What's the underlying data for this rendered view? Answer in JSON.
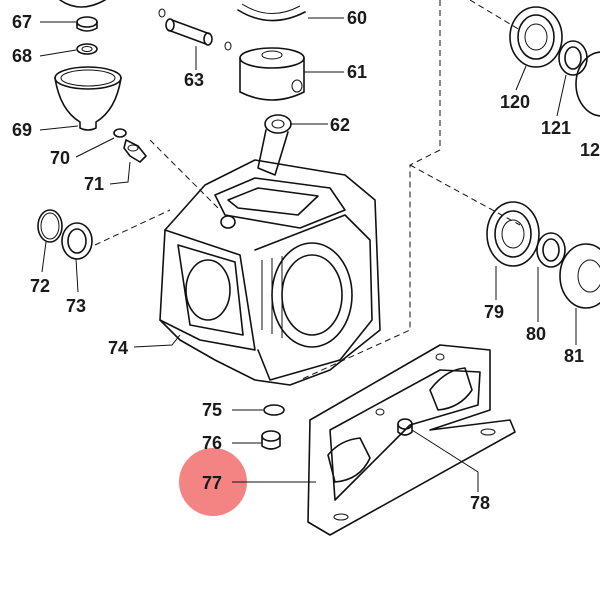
{
  "diagram": {
    "highlight": {
      "label": "77",
      "color": "#f26d6d"
    },
    "labels": [
      {
        "id": "67",
        "text": "67"
      },
      {
        "id": "68",
        "text": "68"
      },
      {
        "id": "69",
        "text": "69"
      },
      {
        "id": "70",
        "text": "70"
      },
      {
        "id": "71",
        "text": "71"
      },
      {
        "id": "72",
        "text": "72"
      },
      {
        "id": "73",
        "text": "73"
      },
      {
        "id": "74",
        "text": "74"
      },
      {
        "id": "75",
        "text": "75"
      },
      {
        "id": "76",
        "text": "76"
      },
      {
        "id": "77",
        "text": "77"
      },
      {
        "id": "78",
        "text": "78"
      },
      {
        "id": "60",
        "text": "60"
      },
      {
        "id": "61",
        "text": "61"
      },
      {
        "id": "62",
        "text": "62"
      },
      {
        "id": "63",
        "text": "63"
      },
      {
        "id": "79",
        "text": "79"
      },
      {
        "id": "80",
        "text": "80"
      },
      {
        "id": "81",
        "text": "81"
      },
      {
        "id": "120",
        "text": "120"
      },
      {
        "id": "121",
        "text": "121"
      },
      {
        "id": "12",
        "text": "12"
      }
    ]
  }
}
